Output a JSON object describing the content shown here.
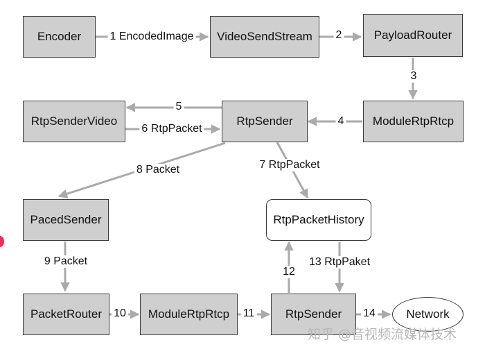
{
  "nodes": {
    "encoder": "Encoder",
    "video_send_stream": "VideoSendStream",
    "payload_router": "PayloadRouter",
    "module_rtp_rtcp_top": "ModuleRtpRtcp",
    "rtp_sender_top": "RtpSender",
    "rtp_sender_video": "RtpSenderVideo",
    "paced_sender": "PacedSender",
    "rtp_packet_history": "RtpPacketHistory",
    "packet_router": "PacketRouter",
    "module_rtp_rtcp_bottom": "ModuleRtpRtcp",
    "rtp_sender_bottom": "RtpSender",
    "network": "Network"
  },
  "edges": {
    "e1": "1 EncodedImage",
    "e2": "2",
    "e3": "3",
    "e4": "4",
    "e5": "5",
    "e6": "6 RtpPacket",
    "e7": "7 RtpPacket",
    "e8": "8 Packet",
    "e9": "9 Packet",
    "e10": "10",
    "e11": "11",
    "e12": "12",
    "e13": "13 RtpPaket",
    "e14": "14"
  },
  "watermark": "知乎 @音视频流媒体技术",
  "colors": {
    "node_fill": "#cfcfcf",
    "node_border": "#3a3a3a",
    "arrow": "#aaaaaa",
    "watermark": "#b8b8b8"
  }
}
